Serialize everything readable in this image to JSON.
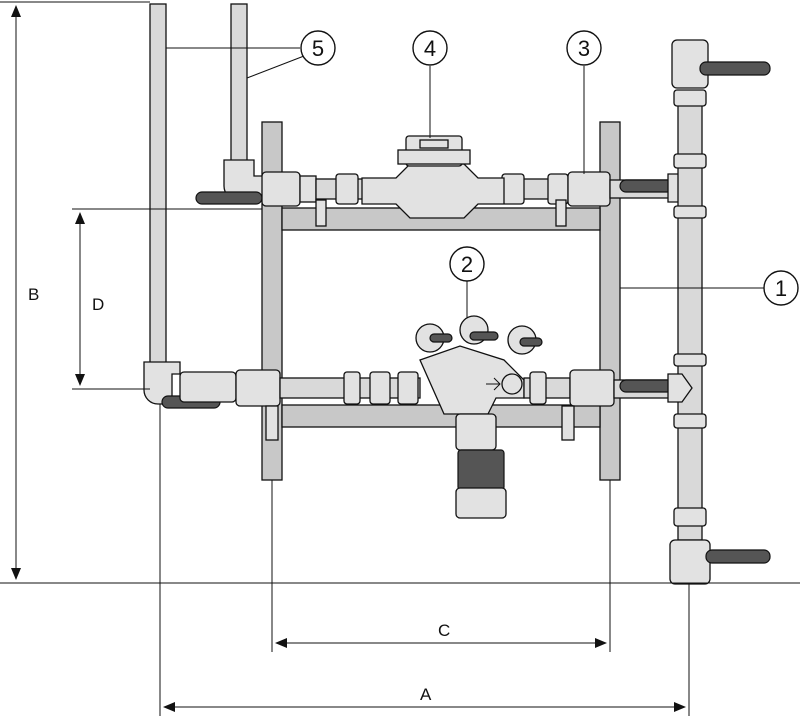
{
  "dimensions": {
    "A": "A",
    "B": "B",
    "C": "C",
    "D": "D"
  },
  "callouts": [
    {
      "id": "1",
      "label": "1"
    },
    {
      "id": "2",
      "label": "2"
    },
    {
      "id": "3",
      "label": "3"
    },
    {
      "id": "4",
      "label": "4"
    },
    {
      "id": "5",
      "label": "5"
    }
  ],
  "colors": {
    "frame": "#c8c8c8",
    "pipe": "#d9d9d9",
    "handle": "#555555",
    "line": "#111111"
  }
}
